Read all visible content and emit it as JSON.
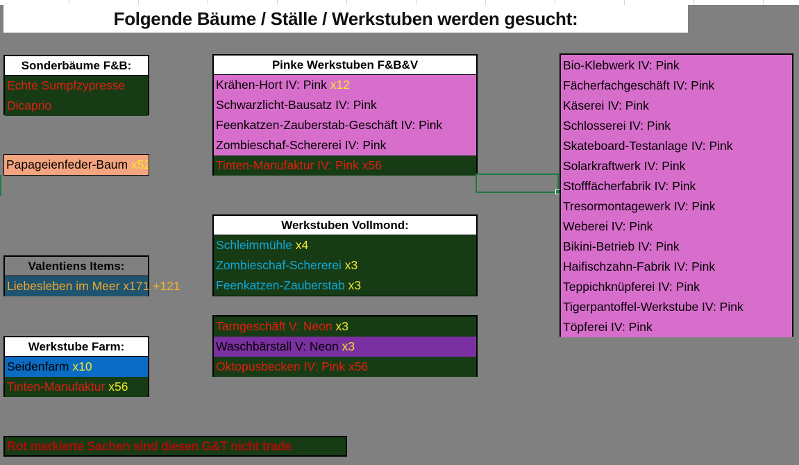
{
  "title": "Folgende Bäume / Ställe / Werkstuben werden gesucht:",
  "sonderbaeume": {
    "header": "Sonderbäume F&B:",
    "items": [
      {
        "text": "Echte Sumpfzypresse"
      },
      {
        "text": "Dicaprio"
      }
    ]
  },
  "papagei": {
    "text": "Papageienfeder-Baum ",
    "count": "x52"
  },
  "valentiens": {
    "header": "Valentiens Items:",
    "item": {
      "text": "Liebesleben im Meer x171 ",
      "extra": "+121"
    }
  },
  "farm": {
    "header": "Werkstube Farm:",
    "items": [
      {
        "text": "Seidenfarm ",
        "count": "x10"
      },
      {
        "text": "Tinten-Manufaktur ",
        "count": "x56"
      }
    ]
  },
  "pinke": {
    "header": "Pinke Werkstuben F&B&V",
    "items": [
      {
        "text": "Krähen-Hort IV: Pink ",
        "count": "x12"
      },
      {
        "text": "Schwarzlicht-Bausatz IV: Pink",
        "count": ""
      },
      {
        "text": "Feenkatzen-Zauberstab-Geschäft IV: Pink",
        "count": ""
      },
      {
        "text": "Zombieschaf-Schererei IV:  Pink",
        "count": ""
      },
      {
        "text": "Tinten-Manufaktur IV: Pink x56",
        "count": ""
      }
    ]
  },
  "vollmond": {
    "header": "Werkstuben Vollmond:",
    "items": [
      {
        "text": "Schleimmühle ",
        "count": "x4"
      },
      {
        "text": "Zombieschaf-Schererei ",
        "count": "x3"
      },
      {
        "text": "Feenkatzen-Zauberstab ",
        "count": "x3"
      }
    ]
  },
  "neon": {
    "items": [
      {
        "text": "Tarngeschäft V: Neon ",
        "count": "x3"
      },
      {
        "text": "Waschbärstall V: Neon ",
        "count": "x3"
      },
      {
        "text": "Oktopusbecken IV: Pink x56",
        "count": ""
      }
    ]
  },
  "right_list": [
    "Bio-Klebwerk IV: Pink",
    "Fächerfachgeschäft IV: Pink",
    "Käserei IV: Pink",
    "Schlosserei IV: Pink",
    "Skateboard-Testanlage IV: Pink",
    "Solarkraftwerk IV: Pink",
    "Stofffächerfabrik IV: Pink",
    "Tresormontagewerk IV: Pink",
    "Weberei IV: Pink",
    "Bikini-Betrieb IV: Pink",
    "Haifischzahn-Fabrik IV: Pink",
    "Teppichknüpferei IV: Pink",
    "Tigerpantoffel-Werkstube IV: Pink",
    "Töpferei IV: Pink"
  ],
  "note": "Rot markierte Sachen sind diesen G&T nicht trade"
}
